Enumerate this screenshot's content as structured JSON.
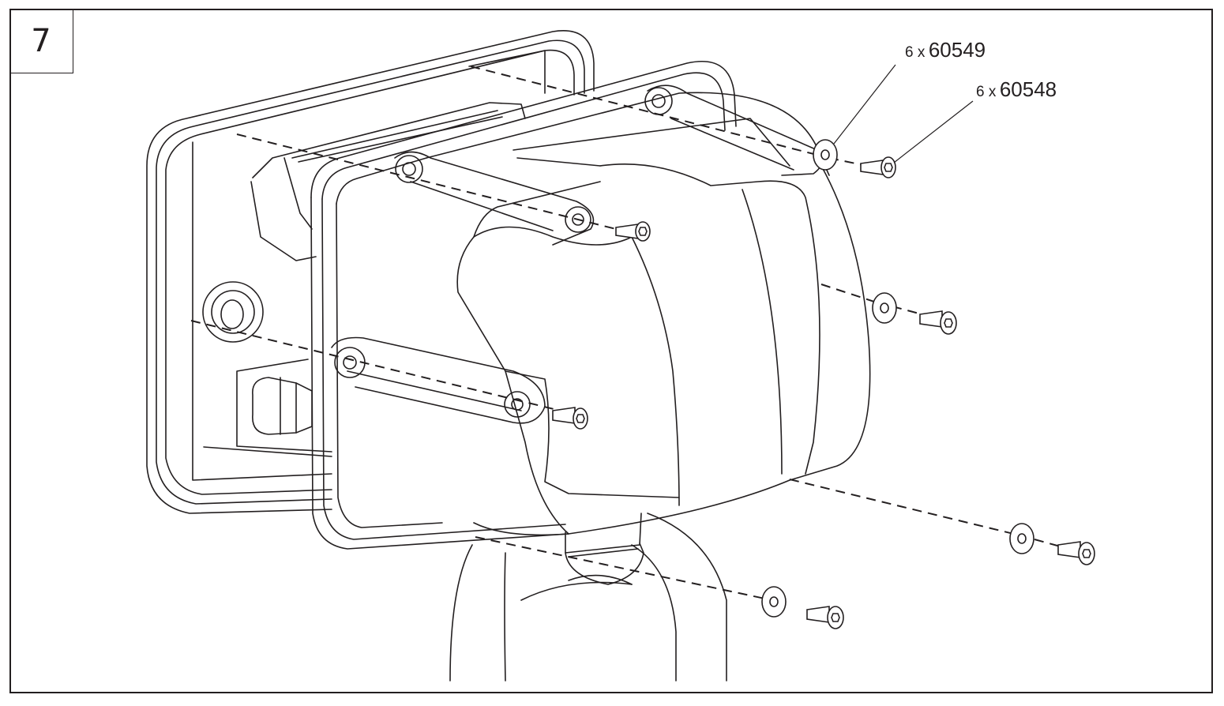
{
  "step": {
    "number": "7"
  },
  "callouts": [
    {
      "qty": "6 x",
      "part": "60549"
    },
    {
      "qty": "6 x",
      "part": "60548"
    }
  ],
  "colors": {
    "line": "#231f20",
    "background": "#ffffff"
  }
}
